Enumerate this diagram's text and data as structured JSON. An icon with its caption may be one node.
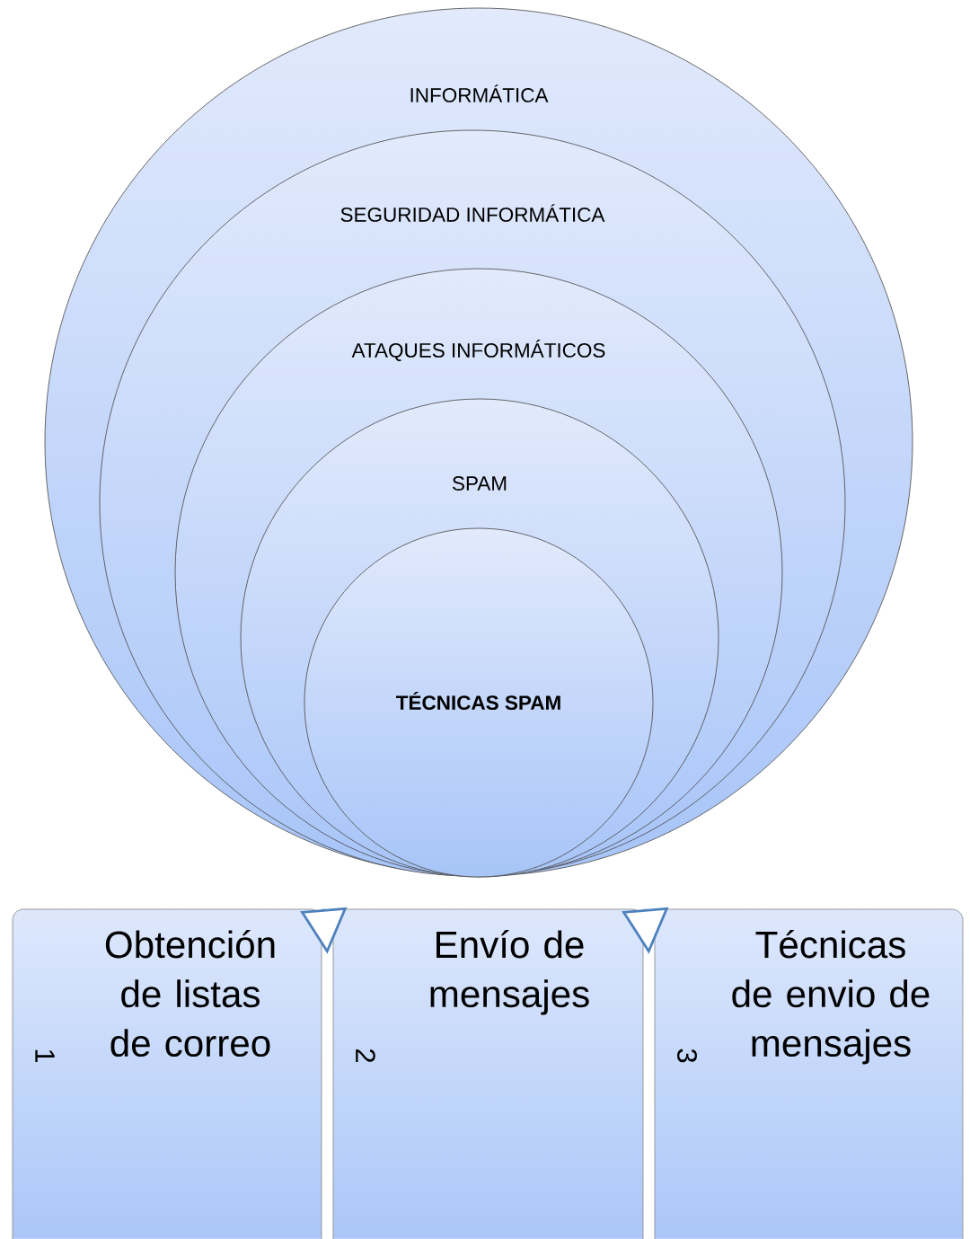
{
  "diagram": {
    "nodes": [
      {
        "text": [
          "INFORMÁTICA"
        ]
      },
      {
        "text": [
          "SEGURIDAD INFORMÁTICA"
        ],
        "in": 0
      },
      {
        "text": [
          "ATAQUES INFORMÁTICOS"
        ],
        "in": 1
      },
      {
        "text": [
          "SPAM"
        ],
        "in": 2
      },
      {
        "text": [
          "TÉCNICAS SPAM"
        ],
        "in": 3
      },
      {
        "text": [
          "1",
          "Obtención de listas de correo"
        ]
      },
      {
        "text": [
          "2",
          "Envío de mensajes"
        ]
      },
      {
        "text": [
          "3",
          "Técnicas de envio de mensajes"
        ]
      }
    ],
    "edges": [
      {
        "from": 5,
        "to": 6,
        "arrow": "to"
      },
      {
        "from": 6,
        "to": 7,
        "arrow": "to"
      }
    ]
  }
}
